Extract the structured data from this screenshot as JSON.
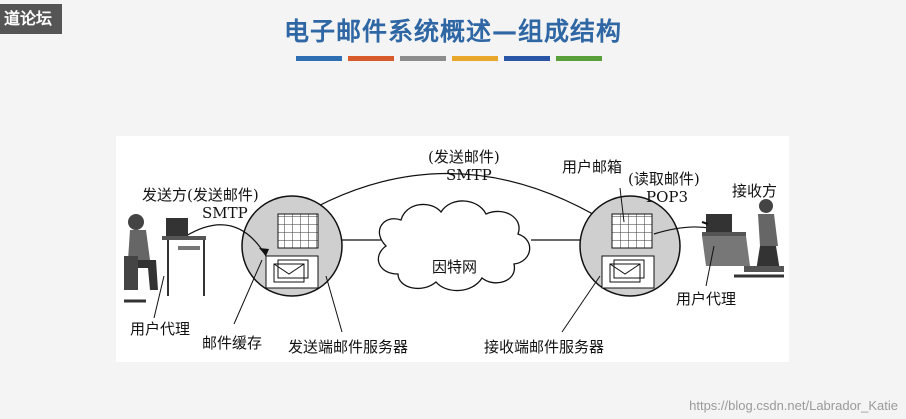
{
  "logo": {
    "text": "道论坛"
  },
  "title": "电子邮件系统概述—组成结构",
  "colors": {
    "title": "#2f67a5",
    "bars": [
      "#2e6fb3",
      "#d65a2a",
      "#8c8c8c",
      "#e8a62a",
      "#2a55a4",
      "#5aa03a"
    ]
  },
  "diagram": {
    "sender_label": "发送方(发送邮件)",
    "sender_protocol": "SMTP",
    "top_label": "(发送邮件)",
    "top_protocol": "SMTP",
    "mailbox_label": "用户邮箱",
    "read_label": "(读取邮件)",
    "read_protocol": "POP3",
    "receiver_label": "接收方",
    "internet_label": "因特网",
    "left_user_agent": "用户代理",
    "right_user_agent": "用户代理",
    "mail_cache": "邮件缓存",
    "send_server": "发送端邮件服务器",
    "recv_server": "接收端邮件服务器"
  },
  "watermark": "https://blog.csdn.net/Labrador_Katie"
}
